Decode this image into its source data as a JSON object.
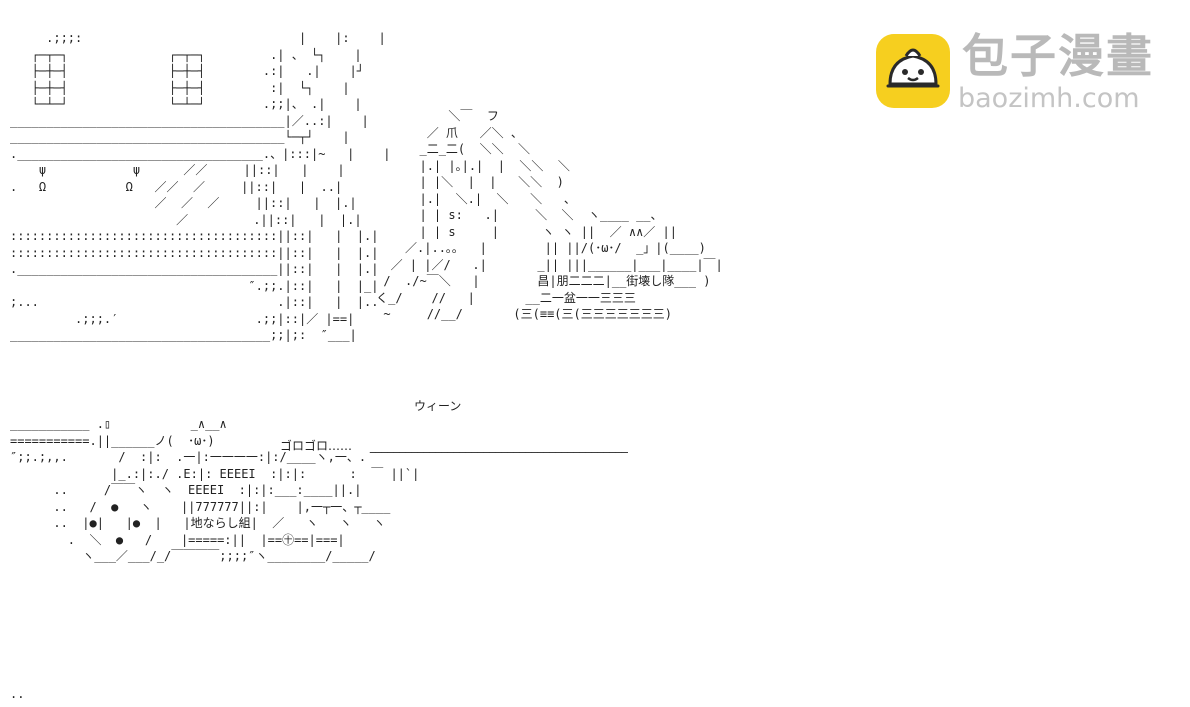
{
  "watermark": {
    "logo_icon": "steamed-bun-icon",
    "logo_color": "#f6cf1f",
    "name": "包子漫畫",
    "url": "baozimh.com"
  },
  "art": {
    "building": "     .;;;:                              |    |:    |\n   ┌─┬─┐              ┌─┬─┐         .| 、 └┐    |\n   ├─┼─┤              ├─┼─┤        .:|   .|    |┘\n   ├─┼─┤              ├─┼─┤         :|  └┐    |\n   └─┴─┘              └─┴─┘        .;;|、 .|    |\n______________________________________|／..:|    |\n______________________________________└─┬┘    |\n.__________________________________.、|:::|~   |    |\n    ψ            ψ      ／／     ||::|   |    |\n.   Ω           Ω   ／／  ／     ||::|   |  ..|\n                    ／  ／  ／     ||::|   |  |.|\n                       ／         .||::|   |  |.|\n:::::::::::::::::::::::::::::::::::::||::|   |  |.|\n:::::::::::::::::::::::::::::::::::::||::|   |  |.|\n.____________________________________||::|   |  |.|\n                                 ″.;;.|::|   |  |_|\n;...                                 .|::|   |  |..\n         .;;;.′                   .;;|::|／ |==|\n____________________________________;;|;:  ″___|",
    "excavator": "               ＼￣  フ\n            ／ 爪   ／＼ 、\n           _二_二(  ＼＼  ＼\n           |.| |｡|.|  |  ＼＼  ＼\n           | |＼  |  |   ＼＼  )\n           |.|  ＼.|  ＼   ＼   、\n           | | s:   .|     ＼  ＼  ヽ____ __、\n           | | s     |      ヽ ヽ ||  ／ ∧∧／ ||\n         ／.|..｡｡   |        || ||/(･ω･/  _」|(____)\n       ／ | |／/   .|       _|| |||______|___|____|￣|\n      /  ./~￣＼   |        昌|朋二二二|__街壊し隊___ )\n     く_/    //   |       __二一盆一一三三三\n      ~     //__/       (三(≡≡(三(三三三三三三三)",
    "roller": "___________ .▯           _∧__∧\n===========.||______ノ(  ･ω･)\n″;;.;,,.       /  :|:  .一|:一一一一:|:/____ヽ,一、.\n              |_.:|:./ .E:|: EEEEI  :|:|:      :  ￣ ||`|\n      ..     /￣￣ヽ  ヽ  EEEEI  :|:|:___:____||.|\n      ..   /  ●   ヽ    ||777777||:|    |,一┬一、┬____\n      ..  |●|   |●  |   |地ならし組|  ／   ヽ   ヽ   ヽ\n        .  ＼  ●   /    |=====:||  |==㊉==|===|\n          ヽ___／___/_/￣￣￣￣;;;;″ヽ________/_____/",
    "footer": ".."
  },
  "captions": {
    "uiin": "ウィーン",
    "gorogoro": "ゴロゴロ……",
    "gorogoro_line": "___________________________________________"
  }
}
